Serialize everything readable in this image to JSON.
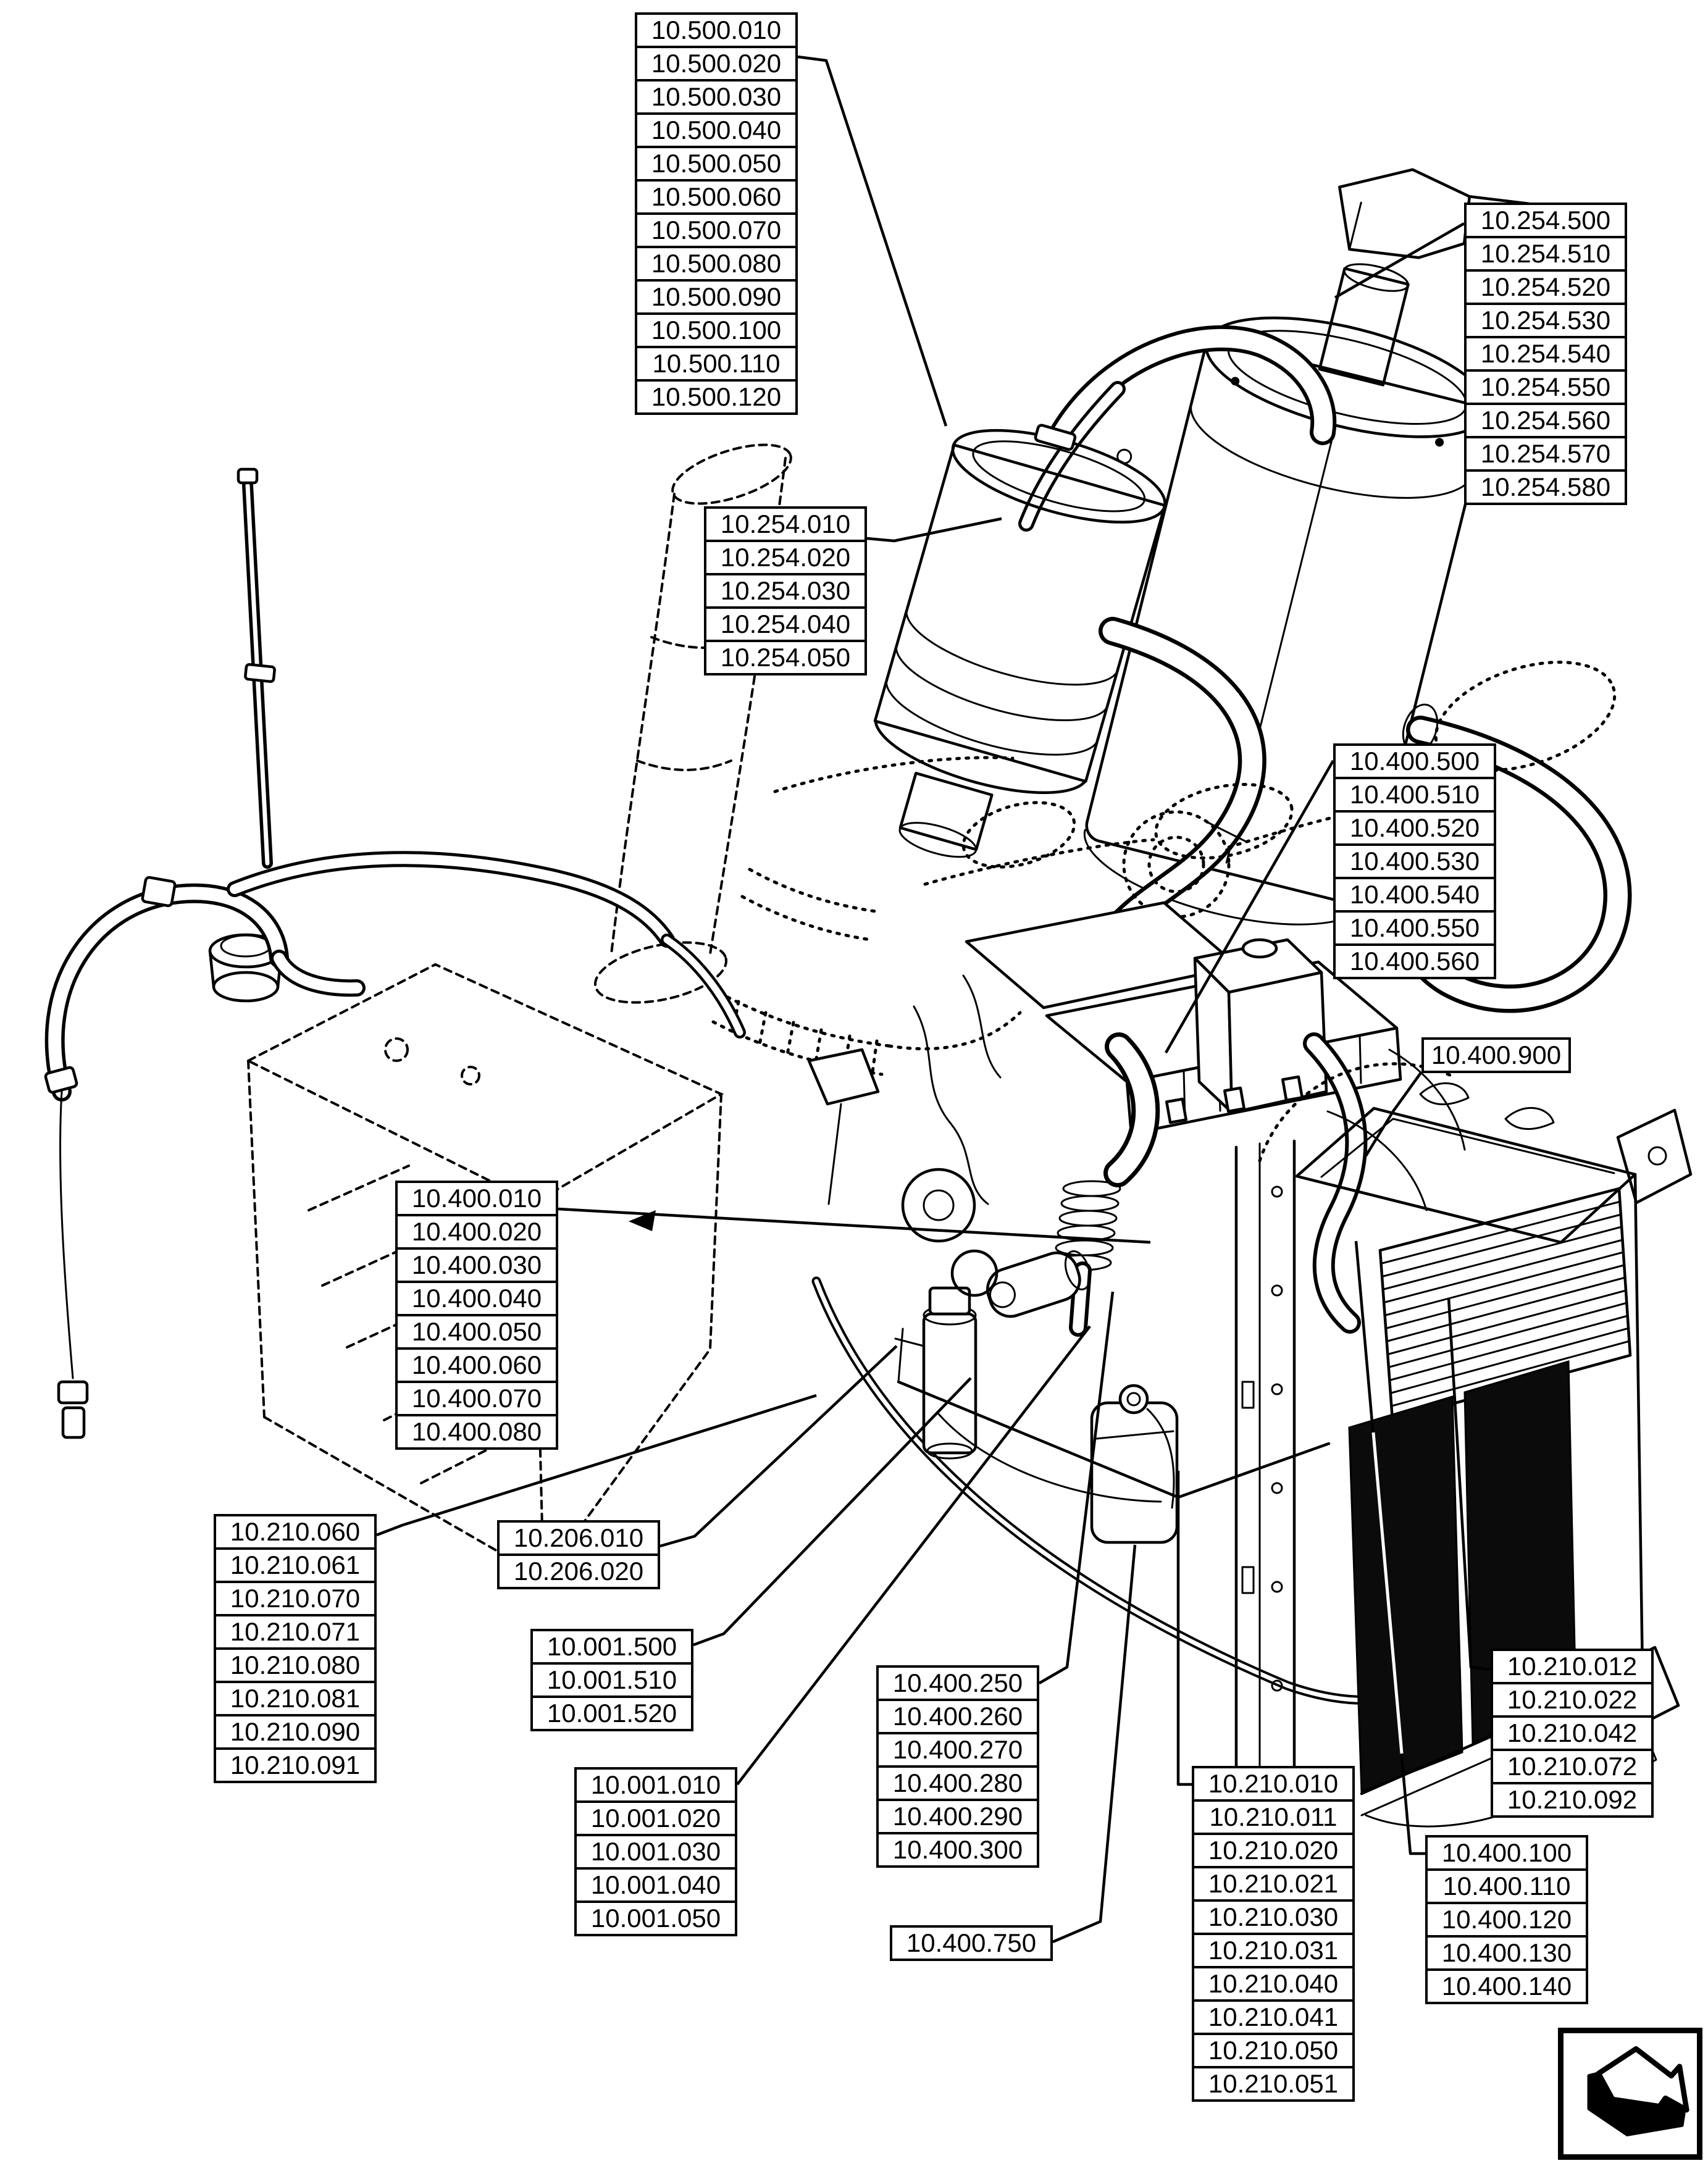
{
  "page": {
    "background": "#ffffff",
    "line_color": "#000000",
    "description_of_visible_content": "exploded parts diagram with part reference callouts"
  },
  "stacks": {
    "s10500": {
      "items": [
        "10.500.010",
        "10.500.020",
        "10.500.030",
        "10.500.040",
        "10.500.050",
        "10.500.060",
        "10.500.070",
        "10.500.080",
        "10.500.090",
        "10.500.100",
        "10.500.110",
        "10.500.120"
      ]
    },
    "s10254500": {
      "items": [
        "10.254.500",
        "10.254.510",
        "10.254.520",
        "10.254.530",
        "10.254.540",
        "10.254.550",
        "10.254.560",
        "10.254.570",
        "10.254.580"
      ]
    },
    "s10254010": {
      "items": [
        "10.254.010",
        "10.254.020",
        "10.254.030",
        "10.254.040",
        "10.254.050"
      ]
    },
    "s10400500": {
      "items": [
        "10.400.500",
        "10.400.510",
        "10.400.520",
        "10.400.530",
        "10.400.540",
        "10.400.550",
        "10.400.560"
      ]
    },
    "s10400900": {
      "items": [
        "10.400.900"
      ]
    },
    "s10400010": {
      "items": [
        "10.400.010",
        "10.400.020",
        "10.400.030",
        "10.400.040",
        "10.400.050",
        "10.400.060",
        "10.400.070",
        "10.400.080"
      ]
    },
    "s10210060": {
      "items": [
        "10.210.060",
        "10.210.061",
        "10.210.070",
        "10.210.071",
        "10.210.080",
        "10.210.081",
        "10.210.090",
        "10.210.091"
      ]
    },
    "s10206": {
      "items": [
        "10.206.010",
        "10.206.020"
      ]
    },
    "s10001500": {
      "items": [
        "10.001.500",
        "10.001.510",
        "10.001.520"
      ]
    },
    "s10001010": {
      "items": [
        "10.001.010",
        "10.001.020",
        "10.001.030",
        "10.001.040",
        "10.001.050"
      ]
    },
    "s10400250": {
      "items": [
        "10.400.250",
        "10.400.260",
        "10.400.270",
        "10.400.280",
        "10.400.290",
        "10.400.300"
      ]
    },
    "s10400750": {
      "items": [
        "10.400.750"
      ]
    },
    "s10210010": {
      "items": [
        "10.210.010",
        "10.210.011",
        "10.210.020",
        "10.210.021",
        "10.210.030",
        "10.210.031",
        "10.210.040",
        "10.210.041",
        "10.210.050",
        "10.210.051"
      ]
    },
    "s10210012": {
      "items": [
        "10.210.012",
        "10.210.022",
        "10.210.042",
        "10.210.072",
        "10.210.092"
      ]
    },
    "s10400100": {
      "items": [
        "10.400.100",
        "10.400.110",
        "10.400.120",
        "10.400.130",
        "10.400.140"
      ]
    }
  },
  "icons": {
    "nav_arrow": "page-forward-3d-arrow"
  }
}
